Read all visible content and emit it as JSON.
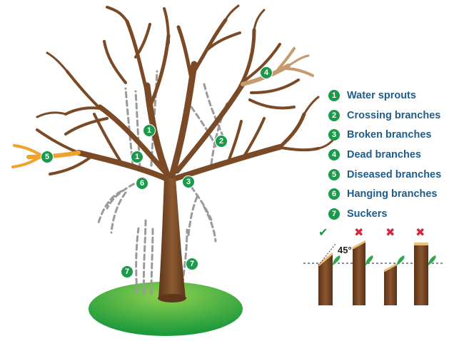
{
  "legend": [
    {
      "number": "1",
      "label": "Water sprouts"
    },
    {
      "number": "2",
      "label": "Crossing branches"
    },
    {
      "number": "3",
      "label": "Broken branches"
    },
    {
      "number": "4",
      "label": "Dead branches"
    },
    {
      "number": "5",
      "label": "Diseased branches"
    },
    {
      "number": "6",
      "label": "Hanging branches"
    },
    {
      "number": "7",
      "label": "Suckers"
    }
  ],
  "tree_markers": [
    {
      "number": "1",
      "refers_to": "Water sprouts"
    },
    {
      "number": "1",
      "refers_to": "Water sprouts"
    },
    {
      "number": "2",
      "refers_to": "Crossing branches"
    },
    {
      "number": "3",
      "refers_to": "Broken branches"
    },
    {
      "number": "4",
      "refers_to": "Dead branches"
    },
    {
      "number": "5",
      "refers_to": "Diseased branches"
    },
    {
      "number": "6",
      "refers_to": "Hanging branches"
    },
    {
      "number": "7",
      "refers_to": "Suckers"
    },
    {
      "number": "7",
      "refers_to": "Suckers"
    }
  ],
  "pruning_cuts": {
    "angle_label": "45°",
    "examples": [
      {
        "mark": "✔",
        "verdict": "correct"
      },
      {
        "mark": "✖",
        "verdict": "incorrect"
      },
      {
        "mark": "✖",
        "verdict": "incorrect"
      },
      {
        "mark": "✖",
        "verdict": "incorrect"
      }
    ]
  },
  "colors": {
    "trunk": "#7a4a26",
    "trunk_dark": "#5e3619",
    "dead_branch": "#c79a6e",
    "diseased_branch": "#f0a22a",
    "removed_outline": "#9a9a9a",
    "grass": "#35b84a",
    "badge": "#1a9a4a",
    "legend_text": "#1e5c8c",
    "correct": "#1a9a4a",
    "incorrect": "#d6283a"
  }
}
